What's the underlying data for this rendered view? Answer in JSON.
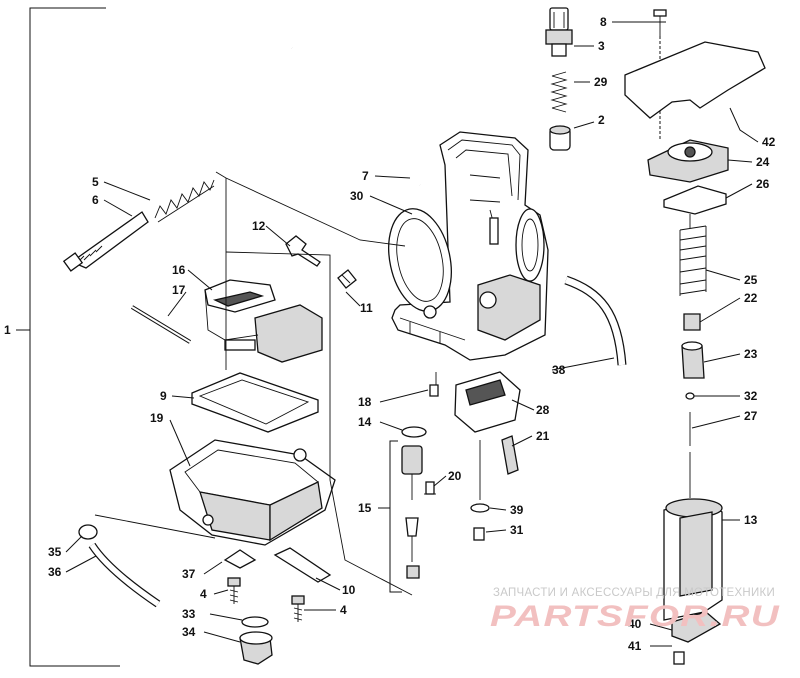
{
  "callouts": [
    "1",
    "2",
    "3",
    "4",
    "4",
    "5",
    "6",
    "7",
    "8",
    "9",
    "10",
    "11",
    "12",
    "13",
    "14",
    "15",
    "16",
    "17",
    "18",
    "19",
    "20",
    "21",
    "22",
    "23",
    "24",
    "25",
    "26",
    "27",
    "28",
    "29",
    "30",
    "31",
    "32",
    "33",
    "34",
    "35",
    "36",
    "37",
    "38",
    "39",
    "40",
    "41",
    "42"
  ],
  "watermark": {
    "caption": "ЗАПЧАСТИ И АКСЕССУАРЫ ДЛЯ МОТОТЕХНИКИ",
    "logo_text": "PARTSFOR.RU"
  }
}
